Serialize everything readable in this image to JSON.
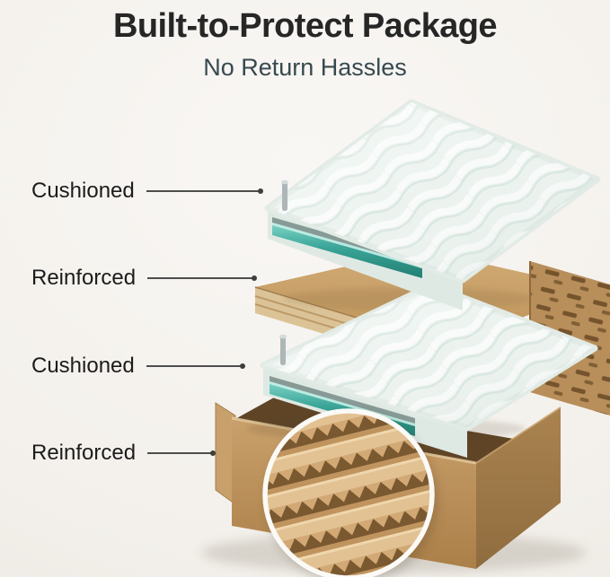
{
  "header": {
    "title": "Built-to-Protect Package",
    "subtitle": "No Return Hassles"
  },
  "callouts": [
    {
      "label": "Cushioned"
    },
    {
      "label": "Reinforced"
    },
    {
      "label": "Cushioned"
    },
    {
      "label": "Reinforced"
    }
  ],
  "illustration": {
    "parts": [
      "cushioned-foam-sleeve-top",
      "glass-panel-edge",
      "reinforced-cardboard-sheet",
      "cushioned-foam-sleeve-bottom",
      "kraft-shipping-box",
      "corrugated-layers-magnifier"
    ]
  },
  "colors": {
    "background": "#f4f1ed",
    "title": "#262626",
    "subtitle": "#37494f",
    "label": "#1c1c1c",
    "leader_line": "#4d4d4d",
    "kraft_cardboard": "#c49a67",
    "kraft_dark": "#7a5830",
    "foam": "#ecf3ef",
    "glass_accent": "#3aa598"
  }
}
